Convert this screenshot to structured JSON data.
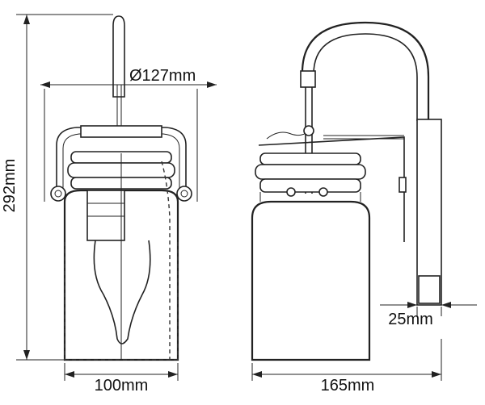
{
  "dimensions": {
    "height": "292mm",
    "diameter": "Ø127mm",
    "front_width": "100mm",
    "side_depth": "165mm",
    "backplate_width": "25mm"
  },
  "colors": {
    "line": "#222222",
    "background": "#ffffff"
  }
}
